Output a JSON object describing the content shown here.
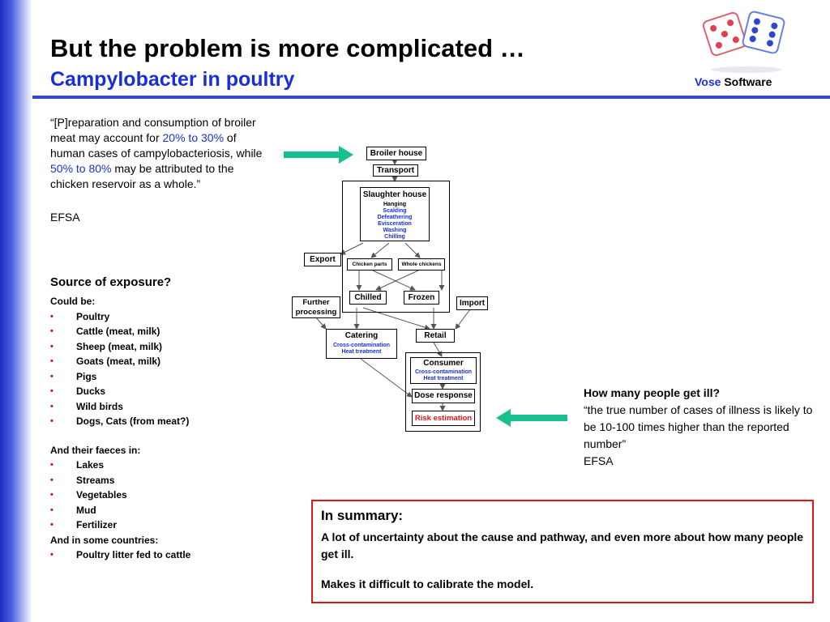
{
  "header": {
    "title": "But the problem is more complicated …",
    "subtitle": "Campylobacter in poultry",
    "brand_part1": "Vose",
    "brand_part2": "Software",
    "logo_icon": "dice-logo-icon"
  },
  "quote": {
    "text1": "“[P]reparation and consumption of broiler meat may account for ",
    "hl1": "20% to 30%",
    "text2": " of human cases of campylobacteriosis, while ",
    "hl2": "50% to 80%",
    "text3": " may be attributed to the chicken reservoir as a whole.”",
    "source": "EFSA"
  },
  "exposure": {
    "heading": "Source of exposure?",
    "could_be": "Could be:",
    "sources": [
      "Poultry",
      "Cattle (meat, milk)",
      "Sheep (meat, milk)",
      "Goats (meat, milk)",
      "Pigs",
      "Ducks",
      "Wild birds",
      "Dogs, Cats (from meat?)"
    ],
    "faeces_head": "And their faeces in:",
    "faeces": [
      "Lakes",
      "Streams",
      "Vegetables",
      "Mud",
      "Fertilizer"
    ],
    "countries_head": "And in some countries:",
    "countries": [
      "Poultry litter fed to cattle"
    ]
  },
  "ill": {
    "heading": "How many people get ill?",
    "quote": "“the true number of cases of illness is likely to be 10-100 times higher than the reported number”",
    "source": "EFSA"
  },
  "summary": {
    "heading": "In summary:",
    "p1": "A lot of uncertainty about the cause and pathway, and even more about how many people get ill.",
    "p2": "Makes it difficult to calibrate the model."
  },
  "flow": {
    "broiler_house": "Broiler house",
    "transport": "Transport",
    "slaughter_house": "Slaughter house",
    "hanging": "Hanging",
    "slaughter_steps": [
      "Scalding",
      "Defeathering",
      "Evisceration",
      "Washing",
      "Chilling"
    ],
    "export": "Export",
    "chicken_parts": "Chicken parts",
    "whole_chickens": "Whole chickens",
    "chilled": "Chilled",
    "frozen": "Frozen",
    "further_processing": "Further processing",
    "import": "Import",
    "catering": "Catering",
    "catering_sub": [
      "Cross-contamination",
      "Heat treatment"
    ],
    "retail": "Retail",
    "consumer": "Consumer",
    "consumer_sub": [
      "Cross-contamination",
      "Heat treatment"
    ],
    "dose_response": "Dose response",
    "risk_estimation": "Risk estimation",
    "accent_arrow": "#17c08f",
    "accent_risk": "#e0151a"
  }
}
